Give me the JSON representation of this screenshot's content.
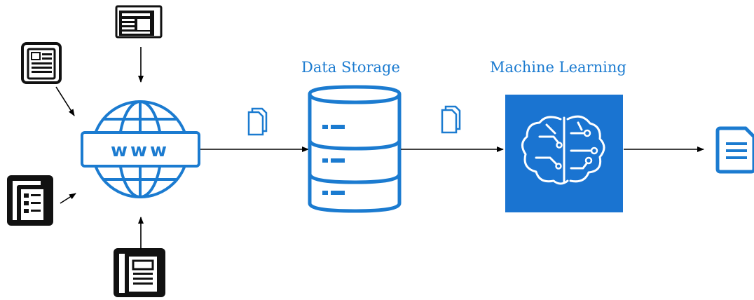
{
  "diagram": {
    "globe": {
      "text": "www"
    },
    "storage": {
      "label": "Data Storage"
    },
    "ml": {
      "label": "Machine Learning"
    }
  },
  "colors": {
    "accent": "#1b7bd0",
    "ml_box": "#1a74d1",
    "ink": "#111111",
    "arrow": "#000000"
  },
  "icons": [
    "newspaper-icon",
    "newspaper-icon",
    "newspaper-icon",
    "newspaper-icon",
    "globe-www-icon",
    "documents-icon",
    "database-icon",
    "documents-icon",
    "brain-circuit-icon",
    "document-icon"
  ]
}
